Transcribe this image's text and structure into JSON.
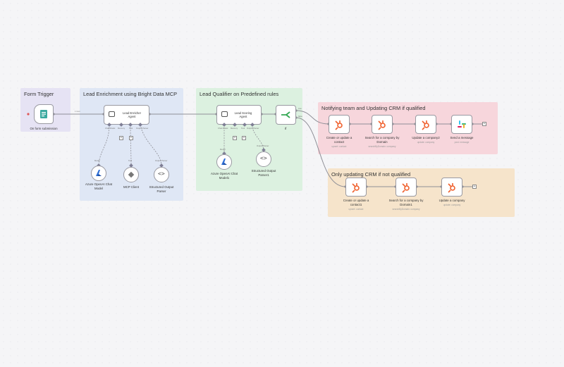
{
  "stickies": {
    "form_trigger": "Form Trigger",
    "lead_enrichment": "Lead Enrichment using Bright Data MCP",
    "lead_qualifier": "Lead Qualifier on Predefined rules",
    "notifying": "Notifying team and Updating CRM if qualified",
    "only_updating": "Only updating CRM if not qualified"
  },
  "nodes": {
    "form": {
      "label": "On form submission"
    },
    "enricher": {
      "label_line1": "Lead Enricher",
      "label_line2": "Agent"
    },
    "azure1": {
      "label_line1": "Azure OpenAI Chat",
      "label_line2": "Model"
    },
    "mcp": {
      "label": "MCP Client"
    },
    "parser1": {
      "label_line1": "Structured Output",
      "label_line2": "Parser"
    },
    "scoring": {
      "label_line1": "Lead Scoring",
      "label_line2": "Agent"
    },
    "azure2": {
      "label_line1": "Azure OpenAI Chat",
      "label_line2": "Model1"
    },
    "parser2": {
      "label_line1": "Structured Output",
      "label_line2": "Parser1"
    },
    "if": {
      "label": "If"
    },
    "hs_contact": {
      "label_line1": "Create or update a",
      "label_line2": "contact",
      "sub": "upsert: contact"
    },
    "hs_search": {
      "label_line1": "Search for a company by",
      "label_line2": "Domain",
      "sub": "searchByDomain: company"
    },
    "hs_update2": {
      "label": "Update a company2",
      "sub": "update: company"
    },
    "slack": {
      "label": "Send a message",
      "sub": "post: message"
    },
    "hs_contact1": {
      "label_line1": "Create or update a",
      "label_line2": "contact1",
      "sub": "upsert: contact"
    },
    "hs_search1": {
      "label_line1": "Search for a company by",
      "label_line2": "Domain1",
      "sub": "searchByDomain: company"
    },
    "hs_update": {
      "label": "Update a company",
      "sub": "update: company"
    }
  },
  "ports": {
    "chat_model": "Chat Model",
    "memory": "Memory",
    "tool": "Tool",
    "output_parser": "Output Parser",
    "model": "Model",
    "true": "true",
    "false": "false",
    "items": "1 item"
  },
  "colors": {
    "form_sticky": "#e6e3f4",
    "enrichment_sticky": "#dfe7f5",
    "qualifier_sticky": "#dcf1e0",
    "notify_sticky": "#f7d6dc",
    "updating_sticky": "#f6e4cb",
    "hubspot": "#f0612e",
    "azure": "#2f6fd6"
  }
}
